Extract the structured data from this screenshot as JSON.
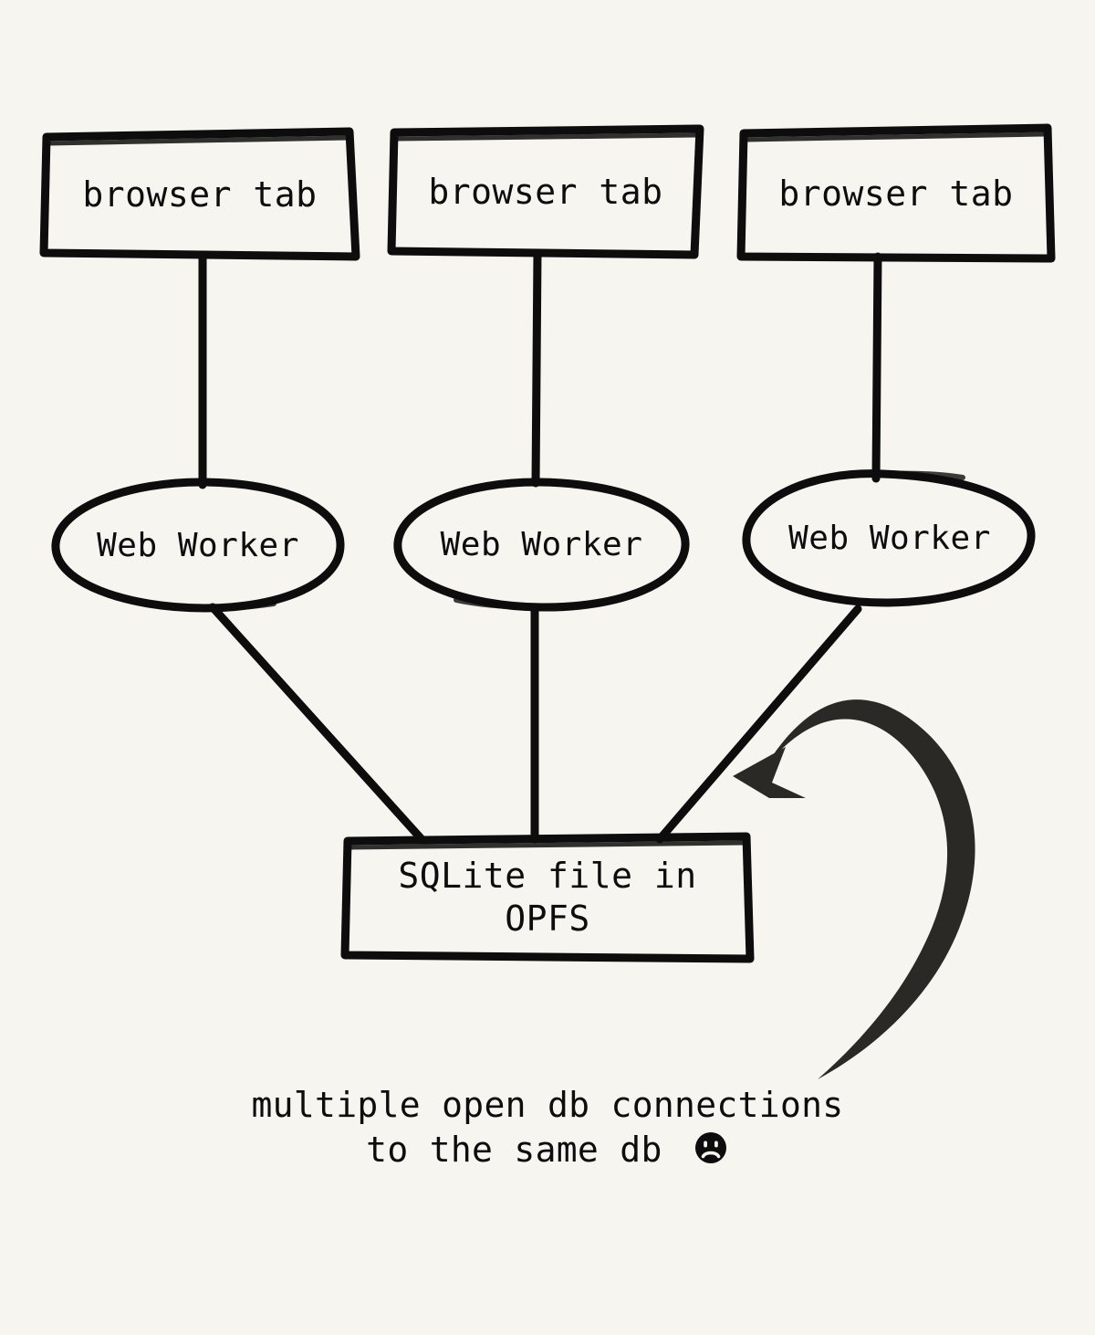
{
  "diagram": {
    "background_color": "#f7f5f0",
    "stroke_color": "#0d0d0d",
    "arrow_color": "#2b2925",
    "title": "multiple open db connections to the same db",
    "nodes": {
      "tabs": [
        {
          "label": "browser tab"
        },
        {
          "label": "browser tab"
        },
        {
          "label": "browser tab"
        }
      ],
      "workers": [
        {
          "label": "Web Worker"
        },
        {
          "label": "Web Worker"
        },
        {
          "label": "Web Worker"
        }
      ],
      "store": {
        "label": "SQLite file in\nOPFS"
      }
    },
    "caption": {
      "line1": "multiple open db connections",
      "line2": "to the same db",
      "emoji_name": "frowning-face-emoji"
    },
    "edges": [
      {
        "from": "browser tab 1",
        "to": "Web Worker 1"
      },
      {
        "from": "browser tab 2",
        "to": "Web Worker 2"
      },
      {
        "from": "browser tab 3",
        "to": "Web Worker 3"
      },
      {
        "from": "Web Worker 1",
        "to": "SQLite file in OPFS"
      },
      {
        "from": "Web Worker 2",
        "to": "SQLite file in OPFS"
      },
      {
        "from": "Web Worker 3",
        "to": "SQLite file in OPFS"
      },
      {
        "from": "caption",
        "to": "Web Worker 3 connection",
        "style": "curved-arrow"
      }
    ]
  }
}
